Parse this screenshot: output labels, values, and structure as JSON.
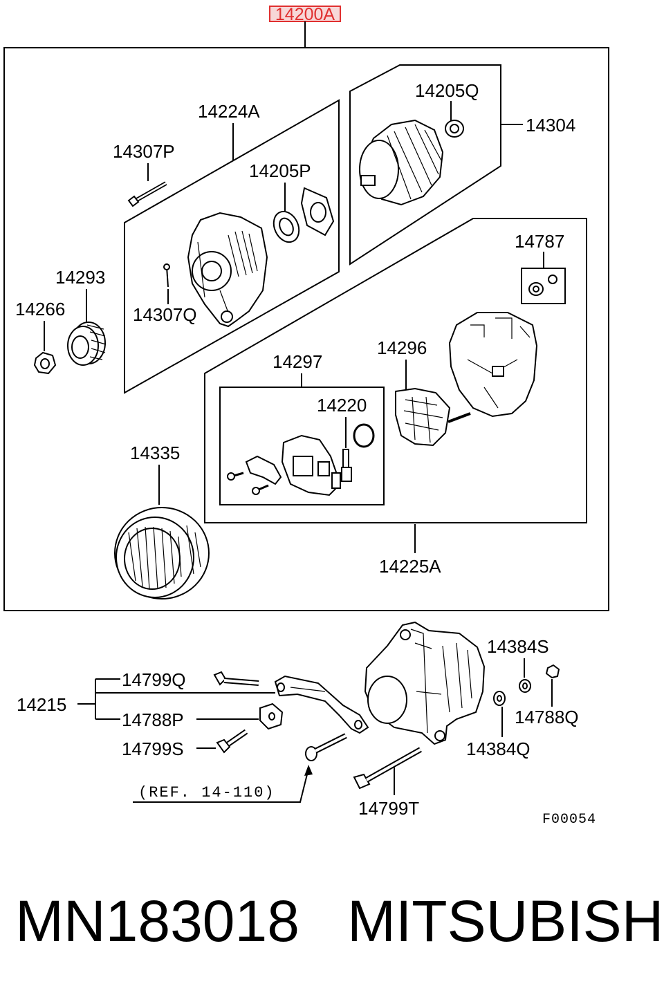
{
  "title_part": "14200A",
  "title_color": "#e03030",
  "labels": {
    "p14224A": "14224A",
    "p14307P": "14307P",
    "p14205P": "14205P",
    "p14307Q": "14307Q",
    "p14205Q": "14205Q",
    "p14304": "14304",
    "p14787": "14787",
    "p14293": "14293",
    "p14266": "14266",
    "p14297": "14297",
    "p14296": "14296",
    "p14220": "14220",
    "p14335": "14335",
    "p14225A": "14225A",
    "p14384S": "14384S",
    "p14799Q": "14799Q",
    "p14215": "14215",
    "p14788P": "14788P",
    "p14788Q": "14788Q",
    "p14799S": "14799S",
    "p14384Q": "14384Q",
    "ref": "(REF. 14-110)",
    "p14799T": "14799T",
    "fig_code": "F00054"
  },
  "footer": {
    "part_number": "MN183018",
    "brand": "MITSUBISHI"
  },
  "icons": [
    "alternator-front-case",
    "rotor",
    "bearing",
    "pulley",
    "nut",
    "stator",
    "rear-case",
    "rectifier",
    "regulator-brush-holder",
    "bolt",
    "bracket",
    "washer",
    "alternator-assembly"
  ]
}
